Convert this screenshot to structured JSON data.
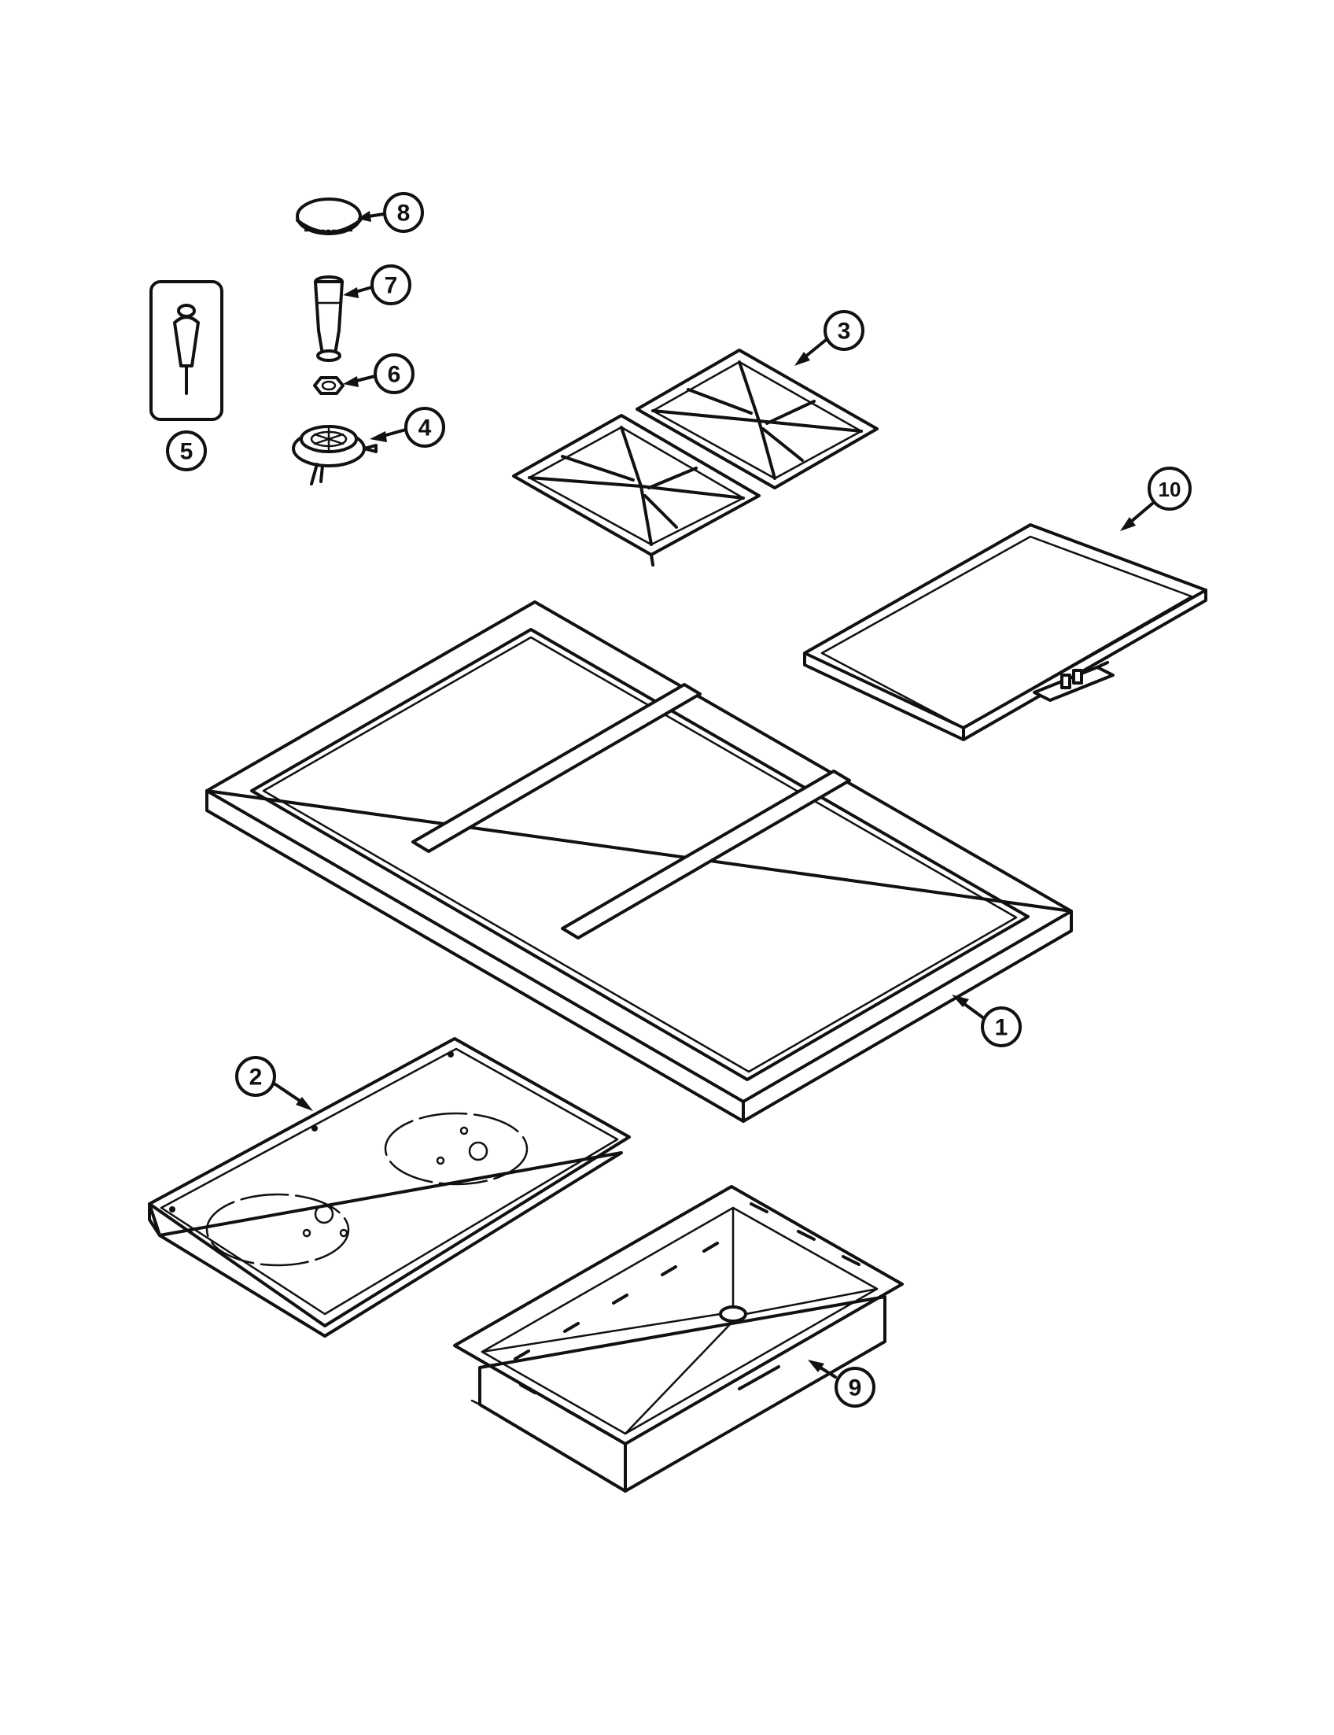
{
  "callouts": {
    "c1": "1",
    "c2": "2",
    "c3": "3",
    "c4": "4",
    "c5": "5",
    "c6": "6",
    "c7": "7",
    "c8": "8",
    "c9": "9",
    "c10": "10"
  },
  "colors": {
    "line": "#111111",
    "background": "#ffffff"
  }
}
